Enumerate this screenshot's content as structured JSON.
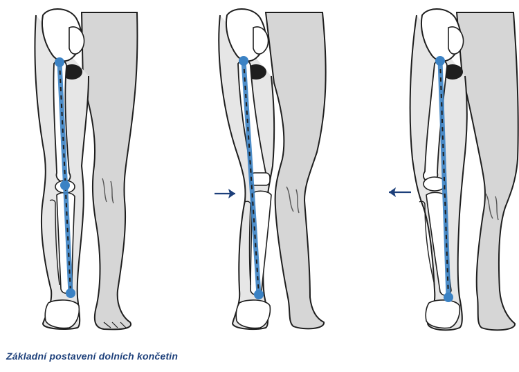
{
  "caption": "Základní postavení dolních končetin",
  "colors": {
    "skin": "#d4d4d4",
    "skin_light": "#e9e9e9",
    "outline": "#1e1e1e",
    "bone": "#ffffff",
    "axis": "#3b82c4",
    "arrow": "#1c3f7a",
    "caption": "#1c3f7a"
  },
  "figures": [
    {
      "name": "normal",
      "arrow": "none"
    },
    {
      "name": "knee-inward",
      "arrow": "right"
    },
    {
      "name": "knee-outward",
      "arrow": "left"
    }
  ]
}
